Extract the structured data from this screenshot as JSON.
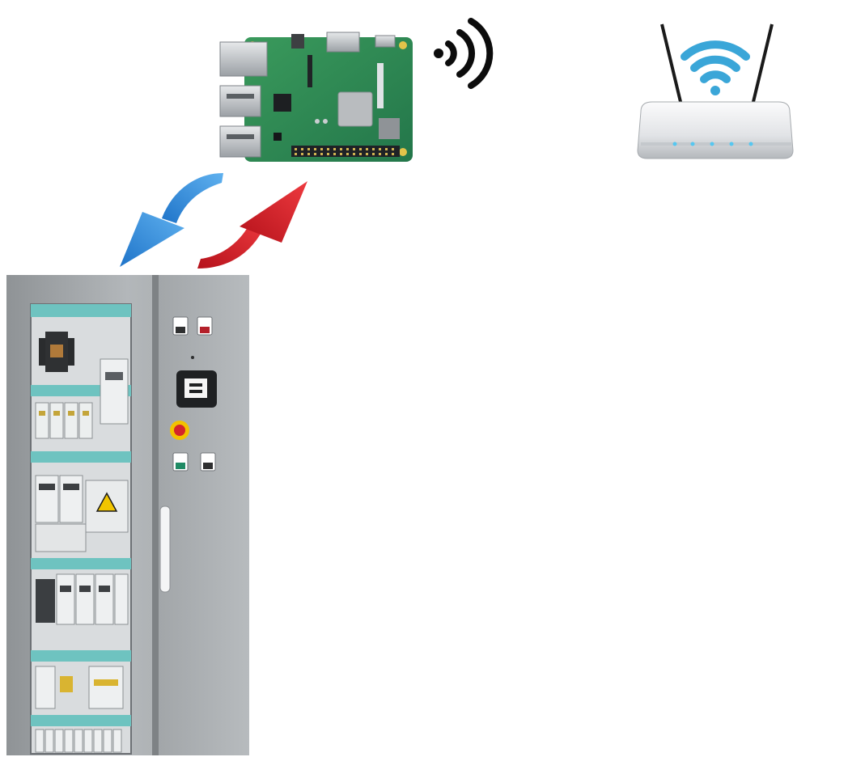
{
  "diagram": {
    "nodes": [
      {
        "id": "raspberry-pi",
        "icon": "raspberry-pi-board-icon"
      },
      {
        "id": "wireless-signal",
        "icon": "wireless-signal-icon"
      },
      {
        "id": "wifi-router",
        "icon": "wifi-router-icon"
      },
      {
        "id": "control-cabinet",
        "icon": "electrical-control-cabinet-icon"
      }
    ],
    "edges": [
      {
        "from": "raspberry-pi",
        "to": "control-cabinet",
        "color": "#2f86d6",
        "icon": "blue-curved-arrow-icon"
      },
      {
        "from": "control-cabinet",
        "to": "raspberry-pi",
        "color": "#d9262b",
        "icon": "red-curved-arrow-icon"
      }
    ],
    "colors": {
      "pcb": "#2e8a4f",
      "wifi": "#3aa6d8",
      "cabinet": "#a4a8ab",
      "rail": "#6ec3c0"
    }
  }
}
